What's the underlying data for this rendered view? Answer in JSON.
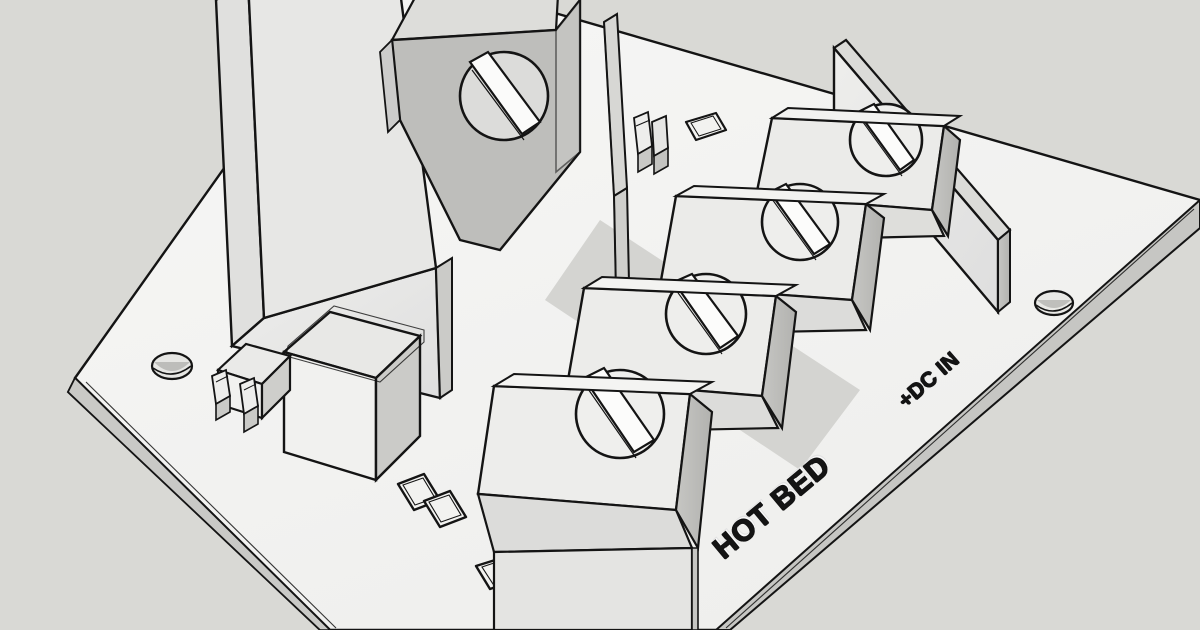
{
  "scene": {
    "title": "3D printer hot bed MOSFET power expansion board",
    "view": "isometric CAD line drawing",
    "background_color": "#d9d9d5",
    "line_color": "#141414",
    "board_face_color": "#f4f4f2",
    "board_edge_color": "#c9c9c6",
    "shade_light": "#ececea",
    "shade_mid": "#dcdcda",
    "shade_dark": "#b9b9b6"
  },
  "silkscreen": {
    "hot_bed_label": "HOT BED",
    "dc_in_label": "+DC IN"
  },
  "components": {
    "pcb": {
      "name": "printed-circuit-board",
      "thickness_look": "beveled 2-layer edge"
    },
    "mounting_holes": [
      {
        "name": "mounting-hole-left"
      },
      {
        "name": "mounting-hole-right"
      }
    ],
    "screw_terminals": [
      {
        "name": "screw-terminal-1",
        "screw": "slotted-screw-head"
      },
      {
        "name": "screw-terminal-2",
        "screw": "slotted-screw-head"
      },
      {
        "name": "screw-terminal-3",
        "screw": "slotted-screw-head"
      },
      {
        "name": "screw-terminal-4",
        "screw": "slotted-screw-head"
      }
    ],
    "heatsinks": [
      {
        "name": "heatsink-large-left"
      },
      {
        "name": "heatsink-plate-center",
        "screw": "slotted-screw-head"
      },
      {
        "name": "heatsink-plate-tall-rear"
      },
      {
        "name": "heatsink-plate-rear-right"
      }
    ],
    "boxes": [
      {
        "name": "capacitor-block"
      },
      {
        "name": "small-box-component"
      }
    ],
    "pin_components": [
      {
        "name": "two-pin-component-left"
      },
      {
        "name": "two-pin-component-rear"
      }
    ],
    "smd_pads": [
      {
        "name": "smd-pad-1"
      },
      {
        "name": "smd-pad-2"
      },
      {
        "name": "smd-pad-3"
      },
      {
        "name": "smd-pad-4"
      },
      {
        "name": "smd-pad-5"
      }
    ]
  }
}
